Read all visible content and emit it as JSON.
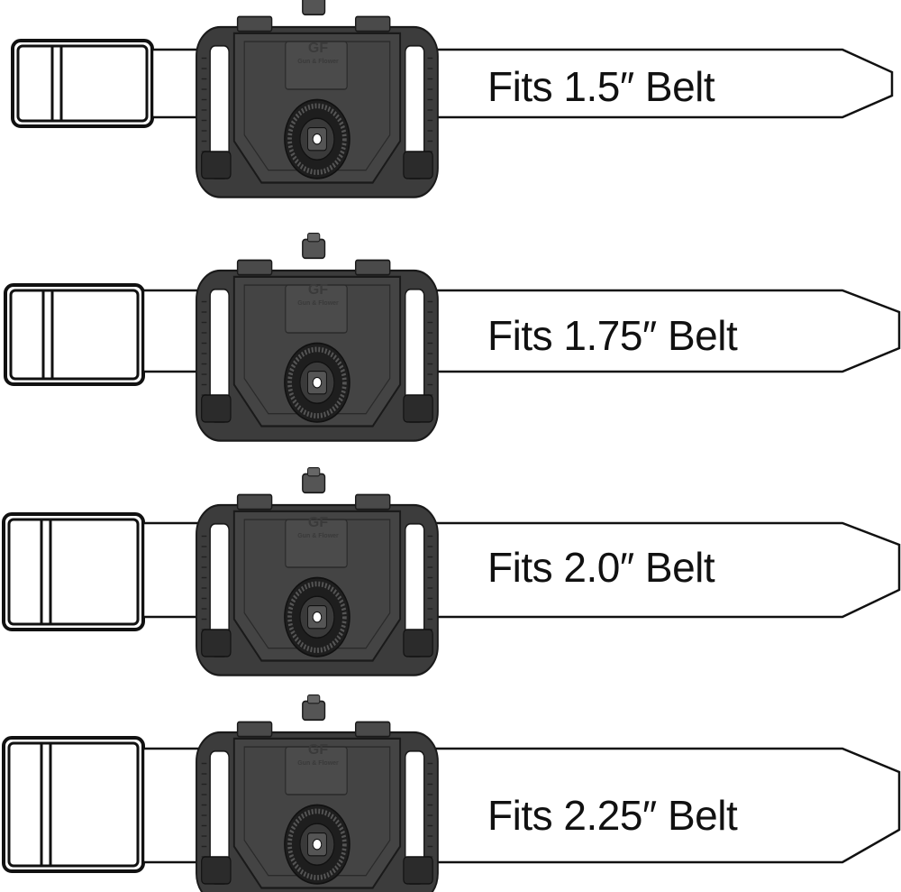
{
  "brand": {
    "logo": "GF",
    "name": "Gun & Flower"
  },
  "rows": [
    {
      "label": "Fits 1.5″ Belt"
    },
    {
      "label": "Fits 1.75″ Belt"
    },
    {
      "label": "Fits 2.0″ Belt"
    },
    {
      "label": "Fits 2.25″ Belt"
    }
  ],
  "colors": {
    "plate": "#3c3c3c",
    "plate_dark": "#262626",
    "plate_light": "#5a5a5a",
    "outline": "#111111",
    "background": "#ffffff"
  }
}
